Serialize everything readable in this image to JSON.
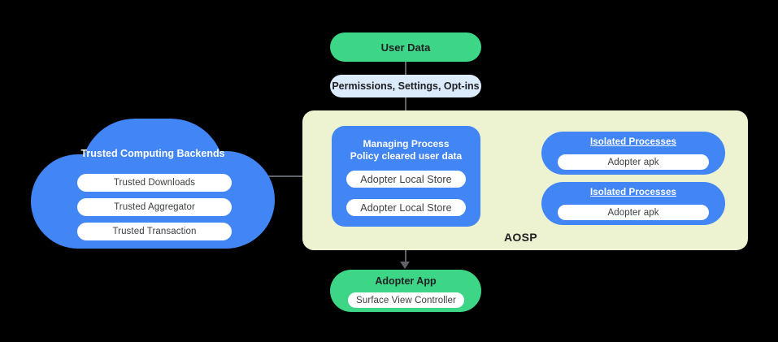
{
  "diagram": {
    "background_color": "#000000",
    "title": "AOSP adopter architecture diagram"
  },
  "user_data": {
    "label": "User Data",
    "color": "#3DD586"
  },
  "permissions": {
    "label": "Permissions,  Settings, Opt-ins",
    "color": "#DCEBFB"
  },
  "cloud": {
    "title": "Trusted Computing Backends",
    "color": "#4285F4",
    "items": [
      {
        "label": "Trusted Downloads"
      },
      {
        "label": "Trusted Aggregator"
      },
      {
        "label": "Trusted Transaction"
      }
    ]
  },
  "aosp": {
    "label": "AOSP",
    "color": "#EDF3D0"
  },
  "managing_process": {
    "title_line1": "Managing Process",
    "title_line2": "Policy cleared user data",
    "color": "#4285F4",
    "stores": [
      {
        "label": "Adopter Local Store"
      },
      {
        "label": "Adopter Local Store"
      }
    ]
  },
  "isolated_processes": [
    {
      "title": "Isolated Processes",
      "apk": "Adopter apk"
    },
    {
      "title": "Isolated Processes",
      "apk": "Adopter apk"
    }
  ],
  "adopter_app": {
    "title": "Adopter App",
    "controller": "Surface View Controller",
    "color": "#3DD586"
  },
  "connector_color": "#5f6368"
}
